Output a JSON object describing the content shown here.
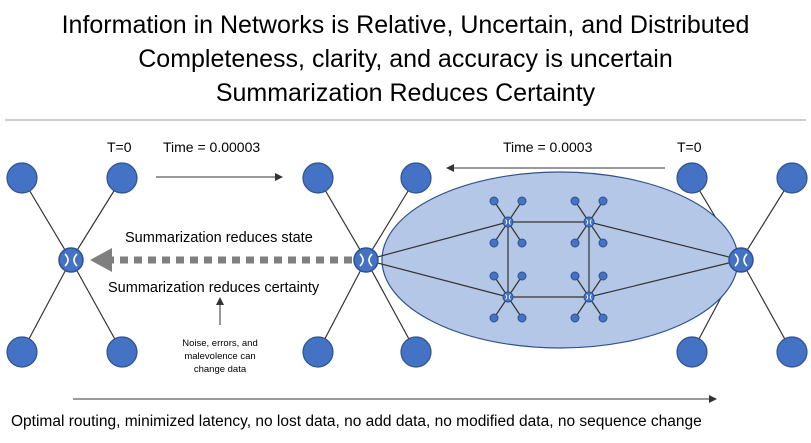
{
  "title": {
    "line1": "Information in Networks is Relative, Uncertain, and Distributed",
    "line2": "Completeness, clarity, and accuracy is uncertain",
    "line3": "Summarization Reduces Certainty"
  },
  "labels": {
    "t0_left": "T=0",
    "t0_right": "T=0",
    "time_left": "Time = 0.00003",
    "time_right": "Time = 0.0003",
    "summ_state": "Summarization reduces state",
    "summ_certainty": "Summarization reduces certainty",
    "noise_line1": "Noise, errors, and",
    "noise_line2": "malevolence can",
    "noise_line3": "change data",
    "bottom": "Optimal routing, minimized latency, no lost data, no add data, no modified data, no sequence change"
  },
  "colors": {
    "node_fill": "#4472c4",
    "node_stroke": "#2f528f",
    "cloud_fill": "#b4c7e7",
    "cloud_stroke": "#2f528f",
    "arrow_dashed": "#7f7f7f",
    "line": "#333333"
  }
}
